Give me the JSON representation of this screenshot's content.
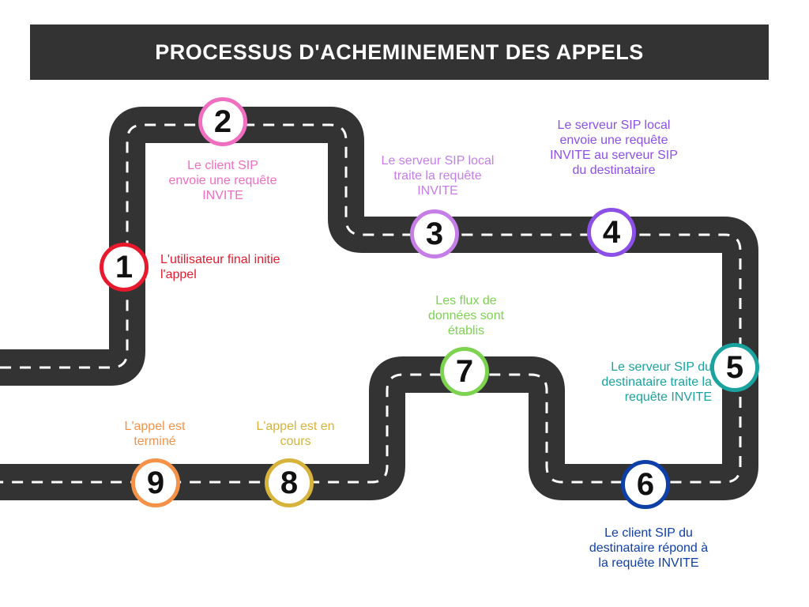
{
  "title": "PROCESSUS D'ACHEMINEMENT DES APPELS",
  "steps": [
    {
      "number": "1",
      "label": "L'utilisateur final initie l'appel",
      "color": "#e8192c"
    },
    {
      "number": "2",
      "label": "Le client SIP envoie une requête INVITE",
      "color": "#f06ec0"
    },
    {
      "number": "3",
      "label": "Le serveur SIP local traite la requête INVITE",
      "color": "#c57ee8"
    },
    {
      "number": "4",
      "label": "Le serveur SIP local envoie une requête INVITE au serveur SIP du destinataire",
      "color": "#8c50e8"
    },
    {
      "number": "5",
      "label": "Le serveur SIP du destinataire traite la requête INVITE",
      "color": "#1aa39e"
    },
    {
      "number": "6",
      "label": "Le client SIP du destinataire répond à la requête INVITE",
      "color": "#0e3fa8"
    },
    {
      "number": "7",
      "label": "Les flux de données sont établis",
      "color": "#7dd350"
    },
    {
      "number": "8",
      "label": "L'appel est en cours",
      "color": "#d6b33a"
    },
    {
      "number": "9",
      "label": "L'appel est terminé",
      "color": "#f4924a"
    }
  ],
  "road_color": "#333333",
  "dash_color": "#ffffff"
}
